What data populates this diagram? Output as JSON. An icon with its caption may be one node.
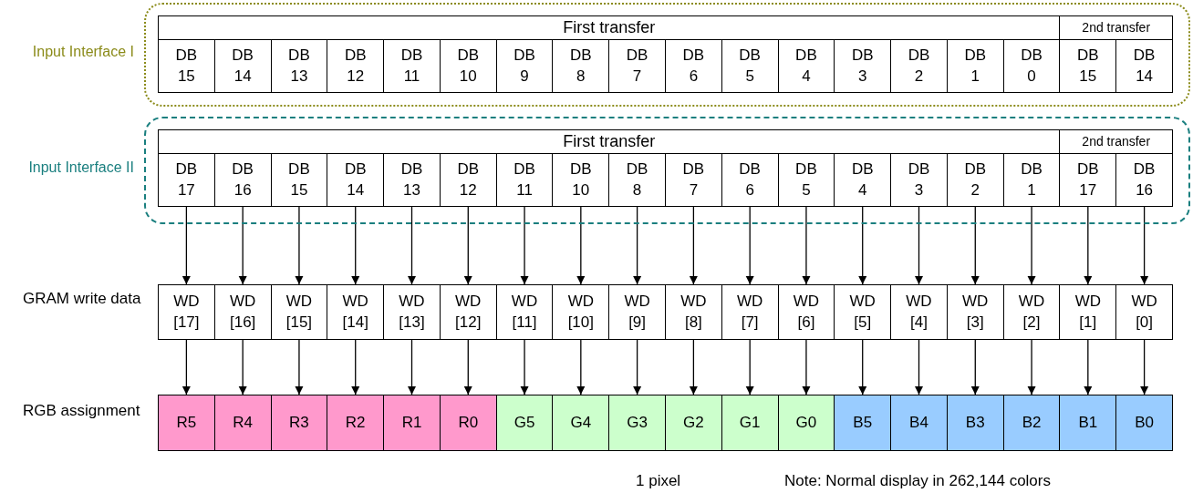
{
  "diagram": {
    "nodes": [
      {
        "text": [
          "Input Interface I"
        ]
      },
      {
        "text": [
          "First transfer"
        ],
        "in": 0
      },
      {
        "text": [
          "2nd transfer"
        ],
        "in": 0
      },
      {
        "text": [
          "DB 15"
        ],
        "in": 0
      },
      {
        "text": [
          "DB 14"
        ],
        "in": 0
      },
      {
        "text": [
          "DB 13"
        ],
        "in": 0
      },
      {
        "text": [
          "DB 12"
        ],
        "in": 0
      },
      {
        "text": [
          "DB 11"
        ],
        "in": 0
      },
      {
        "text": [
          "DB 10"
        ],
        "in": 0
      },
      {
        "text": [
          "DB 9"
        ],
        "in": 0
      },
      {
        "text": [
          "DB 8"
        ],
        "in": 0
      },
      {
        "text": [
          "DB 7"
        ],
        "in": 0
      },
      {
        "text": [
          "DB 6"
        ],
        "in": 0
      },
      {
        "text": [
          "DB 5"
        ],
        "in": 0
      },
      {
        "text": [
          "DB 4"
        ],
        "in": 0
      },
      {
        "text": [
          "DB 3"
        ],
        "in": 0
      },
      {
        "text": [
          "DB 2"
        ],
        "in": 0
      },
      {
        "text": [
          "DB 1"
        ],
        "in": 0
      },
      {
        "text": [
          "DB 0"
        ],
        "in": 0
      },
      {
        "text": [
          "DB 15"
        ],
        "in": 0
      },
      {
        "text": [
          "DB 14"
        ],
        "in": 0
      },
      {
        "text": [
          "Input Interface II"
        ]
      },
      {
        "text": [
          "First transfer"
        ],
        "in": 21
      },
      {
        "text": [
          "2nd transfer"
        ],
        "in": 21
      },
      {
        "text": [
          "DB 17"
        ],
        "in": 21
      },
      {
        "text": [
          "DB 16"
        ],
        "in": 21
      },
      {
        "text": [
          "DB 15"
        ],
        "in": 21
      },
      {
        "text": [
          "DB 14"
        ],
        "in": 21
      },
      {
        "text": [
          "DB 13"
        ],
        "in": 21
      },
      {
        "text": [
          "DB 12"
        ],
        "in": 21
      },
      {
        "text": [
          "DB 11"
        ],
        "in": 21
      },
      {
        "text": [
          "DB 10"
        ],
        "in": 21
      },
      {
        "text": [
          "DB 8"
        ],
        "in": 21
      },
      {
        "text": [
          "DB 7"
        ],
        "in": 21
      },
      {
        "text": [
          "DB 6"
        ],
        "in": 21
      },
      {
        "text": [
          "DB 5"
        ],
        "in": 21
      },
      {
        "text": [
          "DB 4"
        ],
        "in": 21
      },
      {
        "text": [
          "DB 3"
        ],
        "in": 21
      },
      {
        "text": [
          "DB 2"
        ],
        "in": 21
      },
      {
        "text": [
          "DB 1"
        ],
        "in": 21
      },
      {
        "text": [
          "DB 17"
        ],
        "in": 21
      },
      {
        "text": [
          "DB 16"
        ],
        "in": 21
      },
      {
        "text": [
          "WD [17]"
        ]
      },
      {
        "text": [
          "WD [16]"
        ]
      },
      {
        "text": [
          "WD [15]"
        ]
      },
      {
        "text": [
          "WD [14]"
        ]
      },
      {
        "text": [
          "WD [13]"
        ]
      },
      {
        "text": [
          "WD [12]"
        ]
      },
      {
        "text": [
          "WD [11]"
        ]
      },
      {
        "text": [
          "WD [10]"
        ]
      },
      {
        "text": [
          "WD [9]"
        ]
      },
      {
        "text": [
          "WD [8]"
        ]
      },
      {
        "text": [
          "WD [7]"
        ]
      },
      {
        "text": [
          "WD [6]"
        ]
      },
      {
        "text": [
          "WD [5]"
        ]
      },
      {
        "text": [
          "WD [4]"
        ]
      },
      {
        "text": [
          "WD [3]"
        ]
      },
      {
        "text": [
          "WD [2]"
        ]
      },
      {
        "text": [
          "WD [1]"
        ]
      },
      {
        "text": [
          "WD [0]"
        ]
      },
      {
        "text": [
          "R5"
        ]
      },
      {
        "text": [
          "R4"
        ]
      },
      {
        "text": [
          "R3"
        ]
      },
      {
        "text": [
          "R2"
        ]
      },
      {
        "text": [
          "R1"
        ]
      },
      {
        "text": [
          "R0"
        ]
      },
      {
        "text": [
          "G5"
        ]
      },
      {
        "text": [
          "G4"
        ]
      },
      {
        "text": [
          "G3"
        ]
      },
      {
        "text": [
          "G2"
        ]
      },
      {
        "text": [
          "G1"
        ]
      },
      {
        "text": [
          "G0"
        ]
      },
      {
        "text": [
          "B5"
        ]
      },
      {
        "text": [
          "B4"
        ]
      },
      {
        "text": [
          "B3"
        ]
      },
      {
        "text": [
          "B2"
        ]
      },
      {
        "text": [
          "B1"
        ]
      },
      {
        "text": [
          "B0"
        ]
      }
    ],
    "edges": [
      {
        "from": 24,
        "to": 42,
        "arrow": "to"
      },
      {
        "from": 25,
        "to": 43,
        "arrow": "to"
      },
      {
        "from": 26,
        "to": 44,
        "arrow": "to"
      },
      {
        "from": 27,
        "to": 45,
        "arrow": "to"
      },
      {
        "from": 28,
        "to": 46,
        "arrow": "to"
      },
      {
        "from": 29,
        "to": 47,
        "arrow": "to"
      },
      {
        "from": 30,
        "to": 48,
        "arrow": "to"
      },
      {
        "from": 31,
        "to": 49,
        "arrow": "to"
      },
      {
        "from": 32,
        "to": 50,
        "arrow": "to"
      },
      {
        "from": 33,
        "to": 51,
        "arrow": "to"
      },
      {
        "from": 34,
        "to": 52,
        "arrow": "to"
      },
      {
        "from": 35,
        "to": 53,
        "arrow": "to"
      },
      {
        "from": 36,
        "to": 54,
        "arrow": "to"
      },
      {
        "from": 37,
        "to": 55,
        "arrow": "to"
      },
      {
        "from": 38,
        "to": 56,
        "arrow": "to"
      },
      {
        "from": 39,
        "to": 57,
        "arrow": "to"
      },
      {
        "from": 40,
        "to": 58,
        "arrow": "to"
      },
      {
        "from": 41,
        "to": 59,
        "arrow": "to"
      },
      {
        "from": 42,
        "to": 60,
        "arrow": "to"
      },
      {
        "from": 43,
        "to": 61,
        "arrow": "to"
      },
      {
        "from": 44,
        "to": 62,
        "arrow": "to"
      },
      {
        "from": 45,
        "to": 63,
        "arrow": "to"
      },
      {
        "from": 46,
        "to": 64,
        "arrow": "to"
      },
      {
        "from": 47,
        "to": 65,
        "arrow": "to"
      },
      {
        "from": 48,
        "to": 66,
        "arrow": "to"
      },
      {
        "from": 49,
        "to": 67,
        "arrow": "to"
      },
      {
        "from": 50,
        "to": 68,
        "arrow": "to"
      },
      {
        "from": 51,
        "to": 69,
        "arrow": "to"
      },
      {
        "from": 52,
        "to": 70,
        "arrow": "to"
      },
      {
        "from": 53,
        "to": 71,
        "arrow": "to"
      },
      {
        "from": 54,
        "to": 72,
        "arrow": "to"
      },
      {
        "from": 55,
        "to": 73,
        "arrow": "to"
      },
      {
        "from": 56,
        "to": 74,
        "arrow": "to"
      },
      {
        "from": 57,
        "to": 75,
        "arrow": "to"
      },
      {
        "from": 58,
        "to": 76,
        "arrow": "to"
      },
      {
        "from": 59,
        "to": 77,
        "arrow": "to"
      }
    ],
    "labels": [
      "GRAM write data",
      "RGB assignment",
      "1 pixel",
      "Note: Normal display in 262,144 colors"
    ]
  }
}
